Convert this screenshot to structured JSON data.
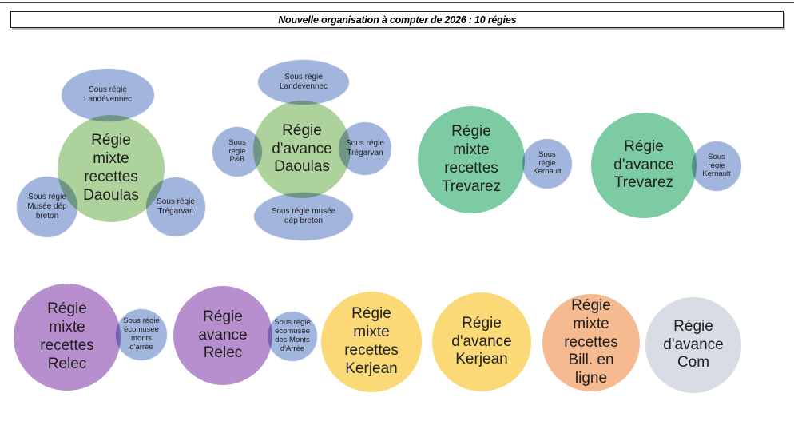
{
  "title": "Nouvelle organisation à compter de 2026 : 10 régies",
  "colors": {
    "green": "#ADD29B",
    "teal": "#7CCBA3",
    "satellite_blue": "#A2B5DD",
    "purple": "#B78ECE",
    "yellow": "#FBD976",
    "orange": "#F5BA90",
    "gray": "#D8DDE5"
  },
  "clusters": [
    {
      "name": "regie-mixte-recettes-daoulas",
      "label": "Régie\nmixte\nrecettes\nDaoulas",
      "satellites": [
        {
          "label": "Sous régie\nLandévennec"
        },
        {
          "label": "Sous régie\nMusée dép\nbreton"
        },
        {
          "label": "Sous régie\nTrégarvan"
        }
      ]
    },
    {
      "name": "regie-avance-daoulas",
      "label": "Régie\nd'avance\nDaoulas",
      "satellites": [
        {
          "label": "Sous régie\nLandévennec"
        },
        {
          "label": "Sous\nrégie\nP&B"
        },
        {
          "label": "Sous régie\nTrégarvan"
        },
        {
          "label": "Sous régie musée\ndép breton"
        }
      ]
    },
    {
      "name": "regie-mixte-recettes-trevarez",
      "label": "Régie\nmixte\nrecettes\nTrevarez",
      "satellites": [
        {
          "label": "Sous\nrégie\nKernault"
        }
      ]
    },
    {
      "name": "regie-avance-trevarez",
      "label": "Régie\nd'avance\nTrevarez",
      "satellites": [
        {
          "label": "Sous\nrégie\nKernault"
        }
      ]
    },
    {
      "name": "regie-mixte-recettes-relec",
      "label": "Régie\nmixte\nrecettes\nRelec",
      "satellites": [
        {
          "label": "Sous régie\nécomusée\nmonts\nd'arrée"
        }
      ]
    },
    {
      "name": "regie-avance-relec",
      "label": "Régie\navance\nRelec",
      "satellites": [
        {
          "label": "Sous régie\nécomusée\ndes Monts\nd'Arrée"
        }
      ]
    },
    {
      "name": "regie-mixte-recettes-kerjean",
      "label": "Régie\nmixte\nrecettes\nKerjean",
      "satellites": []
    },
    {
      "name": "regie-avance-kerjean",
      "label": "Régie\nd'avance\nKerjean",
      "satellites": []
    },
    {
      "name": "regie-mixte-recettes-billetterie-en-ligne",
      "label": "Régie\nmixte\nrecettes\nBill. en\nligne",
      "satellites": []
    },
    {
      "name": "regie-avance-com",
      "label": "Régie\nd'avance\nCom",
      "satellites": []
    }
  ]
}
